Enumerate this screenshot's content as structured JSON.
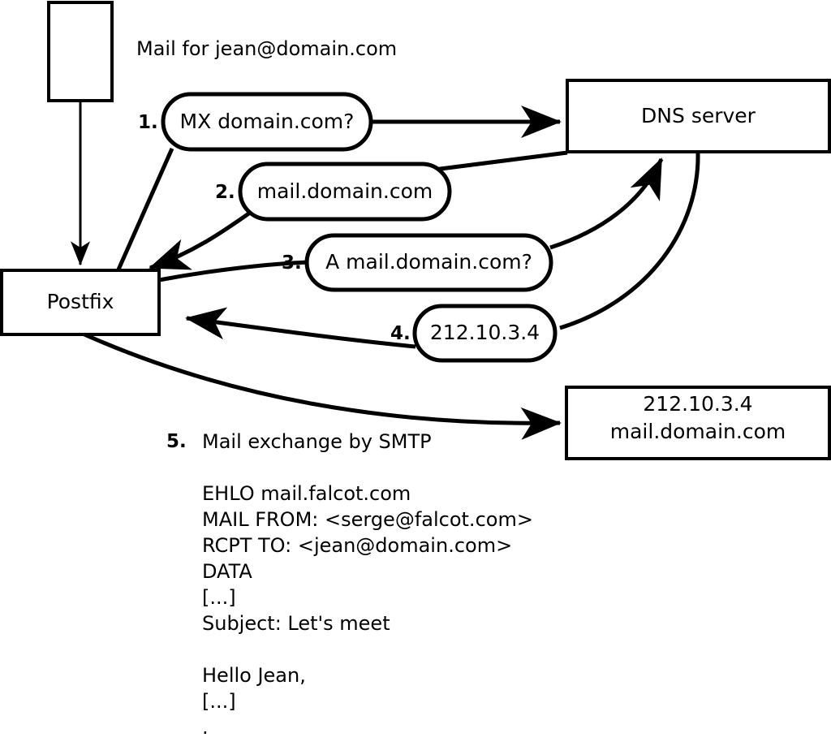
{
  "diagram": {
    "title_text": "Mail for jean@domain.com",
    "nodes": [
      {
        "id": "sender-host",
        "label": ""
      },
      {
        "id": "postfix",
        "label": "Postfix"
      },
      {
        "id": "dns-server",
        "label": "DNS server"
      },
      {
        "id": "target-mx",
        "label_line1": "212.10.3.4",
        "label_line2": "mail.domain.com"
      }
    ],
    "steps": [
      {
        "num": "1.",
        "label": "MX domain.com?"
      },
      {
        "num": "2.",
        "label": "mail.domain.com"
      },
      {
        "num": "3.",
        "label": "A mail.domain.com?"
      },
      {
        "num": "4.",
        "label": "212.10.3.4"
      },
      {
        "num": "5.",
        "label": "Mail exchange by SMTP"
      }
    ],
    "smtp_transcript": [
      "EHLO mail.falcot.com",
      "MAIL FROM: <serge@falcot.com>",
      "RCPT TO: <jean@domain.com>",
      "DATA",
      "[...]",
      "Subject: Let's meet",
      "",
      "Hello Jean,",
      "[...]",
      "."
    ],
    "colors": {
      "stroke": "#000000",
      "fill": "#ffffff",
      "text": "#000000"
    }
  }
}
